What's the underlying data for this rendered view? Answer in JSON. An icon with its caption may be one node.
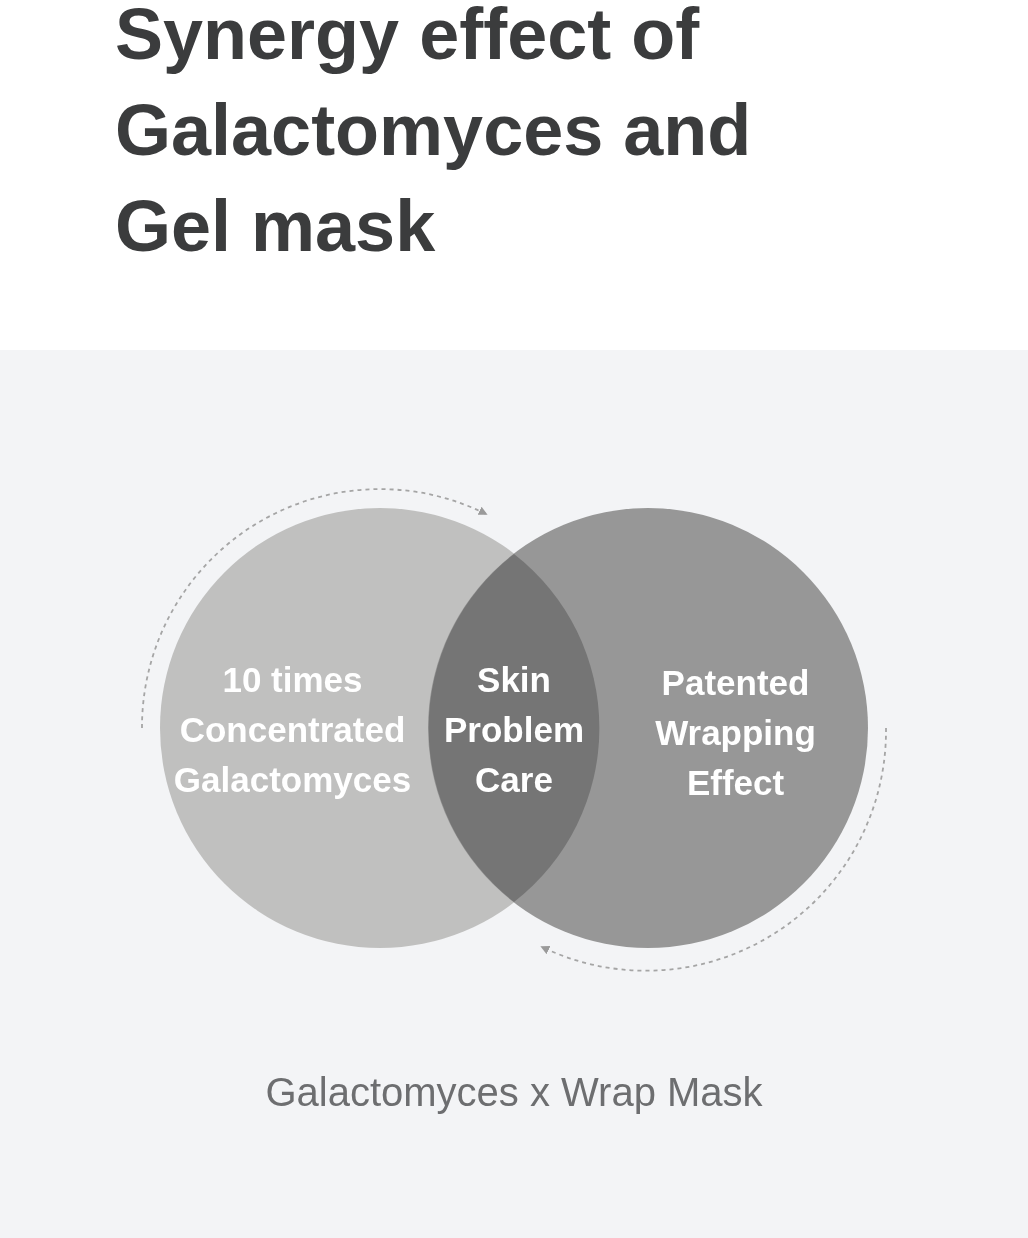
{
  "diagram": {
    "title": "Synergy effect of Galactomyces and Gel mask",
    "nodes": [
      {
        "text": [
          "10 times Concentrated Galactomyces"
        ]
      },
      {
        "text": [
          "Patented Wrapping Effect"
        ]
      },
      {
        "text": [
          "Skin Problem Care"
        ]
      }
    ],
    "caption": "Galactomyces x Wrap Mask"
  }
}
